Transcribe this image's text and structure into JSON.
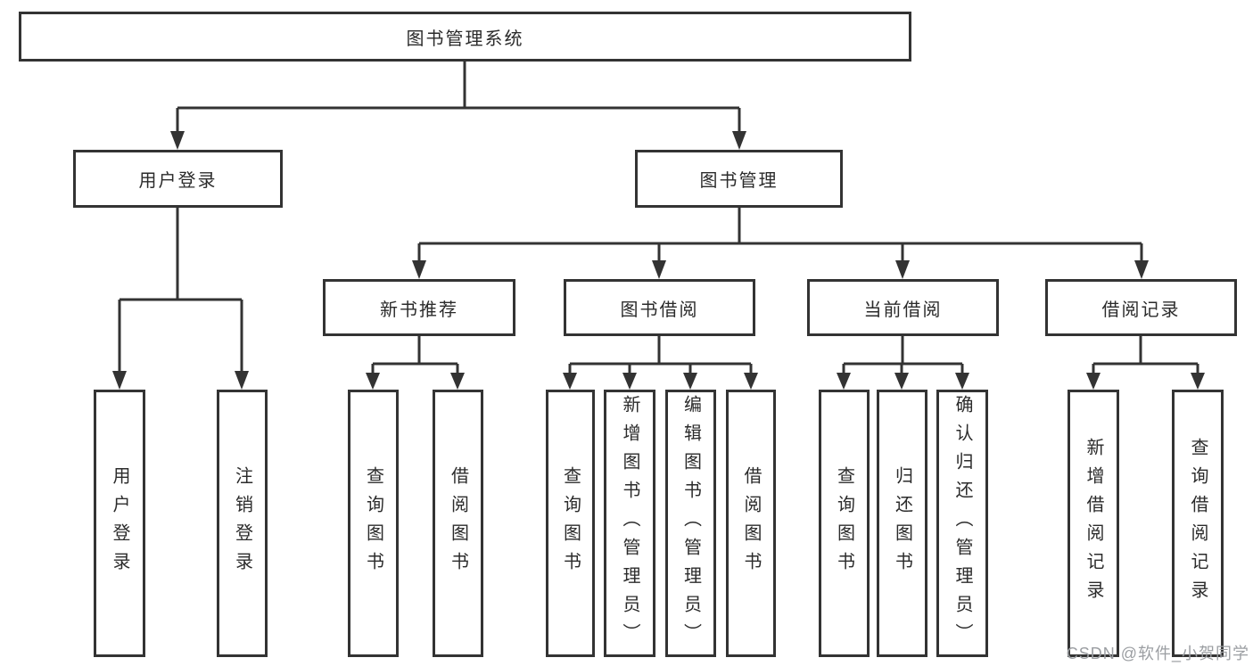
{
  "diagram": {
    "root": {
      "label": "图书管理系统"
    },
    "branches": [
      {
        "label": "用户登录",
        "children": [
          {
            "label": "用户登录"
          },
          {
            "label": "注销登录"
          }
        ]
      },
      {
        "label": "图书管理",
        "children": [
          {
            "label": "新书推荐",
            "children": [
              {
                "label": "查询图书"
              },
              {
                "label": "借阅图书"
              }
            ]
          },
          {
            "label": "图书借阅",
            "children": [
              {
                "label": "查询图书"
              },
              {
                "label": "新增图书（管理员）"
              },
              {
                "label": "编辑图书（管理员）"
              },
              {
                "label": "借阅图书"
              }
            ]
          },
          {
            "label": "当前借阅",
            "children": [
              {
                "label": "查询图书"
              },
              {
                "label": "归还图书"
              },
              {
                "label": "确认归还（管理员）"
              }
            ]
          },
          {
            "label": "借阅记录",
            "children": [
              {
                "label": "新增借阅记录"
              },
              {
                "label": "查询借阅记录"
              }
            ]
          }
        ]
      }
    ]
  },
  "watermark": {
    "text": "CSDN @软件_小贺同学"
  },
  "colors": {
    "line": "#333333",
    "box_border": "#333333",
    "box_fill": "#ffffff",
    "text": "#2b2b2b",
    "watermark": "#9b9ea2"
  }
}
